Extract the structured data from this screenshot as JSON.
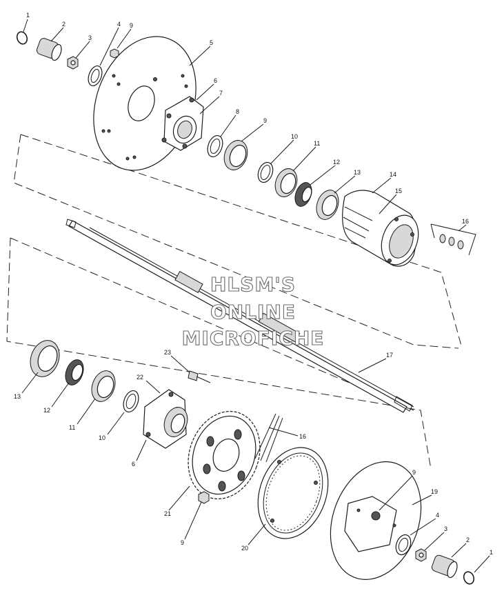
{
  "watermark": {
    "line1": "HLSM'S",
    "line2": "ONLINE",
    "line3": "MICROFICHE"
  },
  "callouts": {
    "c1_top": "1",
    "c2_top": "2",
    "c3_top": "3",
    "c4_top": "4",
    "c9_topleft": "9",
    "c5": "5",
    "c6_top": "6",
    "c7": "7",
    "c8": "8",
    "c9_mid": "9",
    "c10_top": "10",
    "c11_top": "11",
    "c12_top": "12",
    "c13_top": "13",
    "c14": "14",
    "c15": "15",
    "c16_right": "16",
    "c17": "17",
    "c13_bot": "13",
    "c12_bot": "12",
    "c11_bot": "11",
    "c10_bot": "10",
    "c23": "23",
    "c22": "22",
    "c6_bot": "6",
    "c16_bot": "16",
    "c21": "21",
    "c9_bot": "9",
    "c20": "20",
    "c9_right": "9",
    "c19": "19",
    "c4_bot": "4",
    "c3_bot": "3",
    "c2_bot": "2",
    "c1_bot": "1"
  }
}
